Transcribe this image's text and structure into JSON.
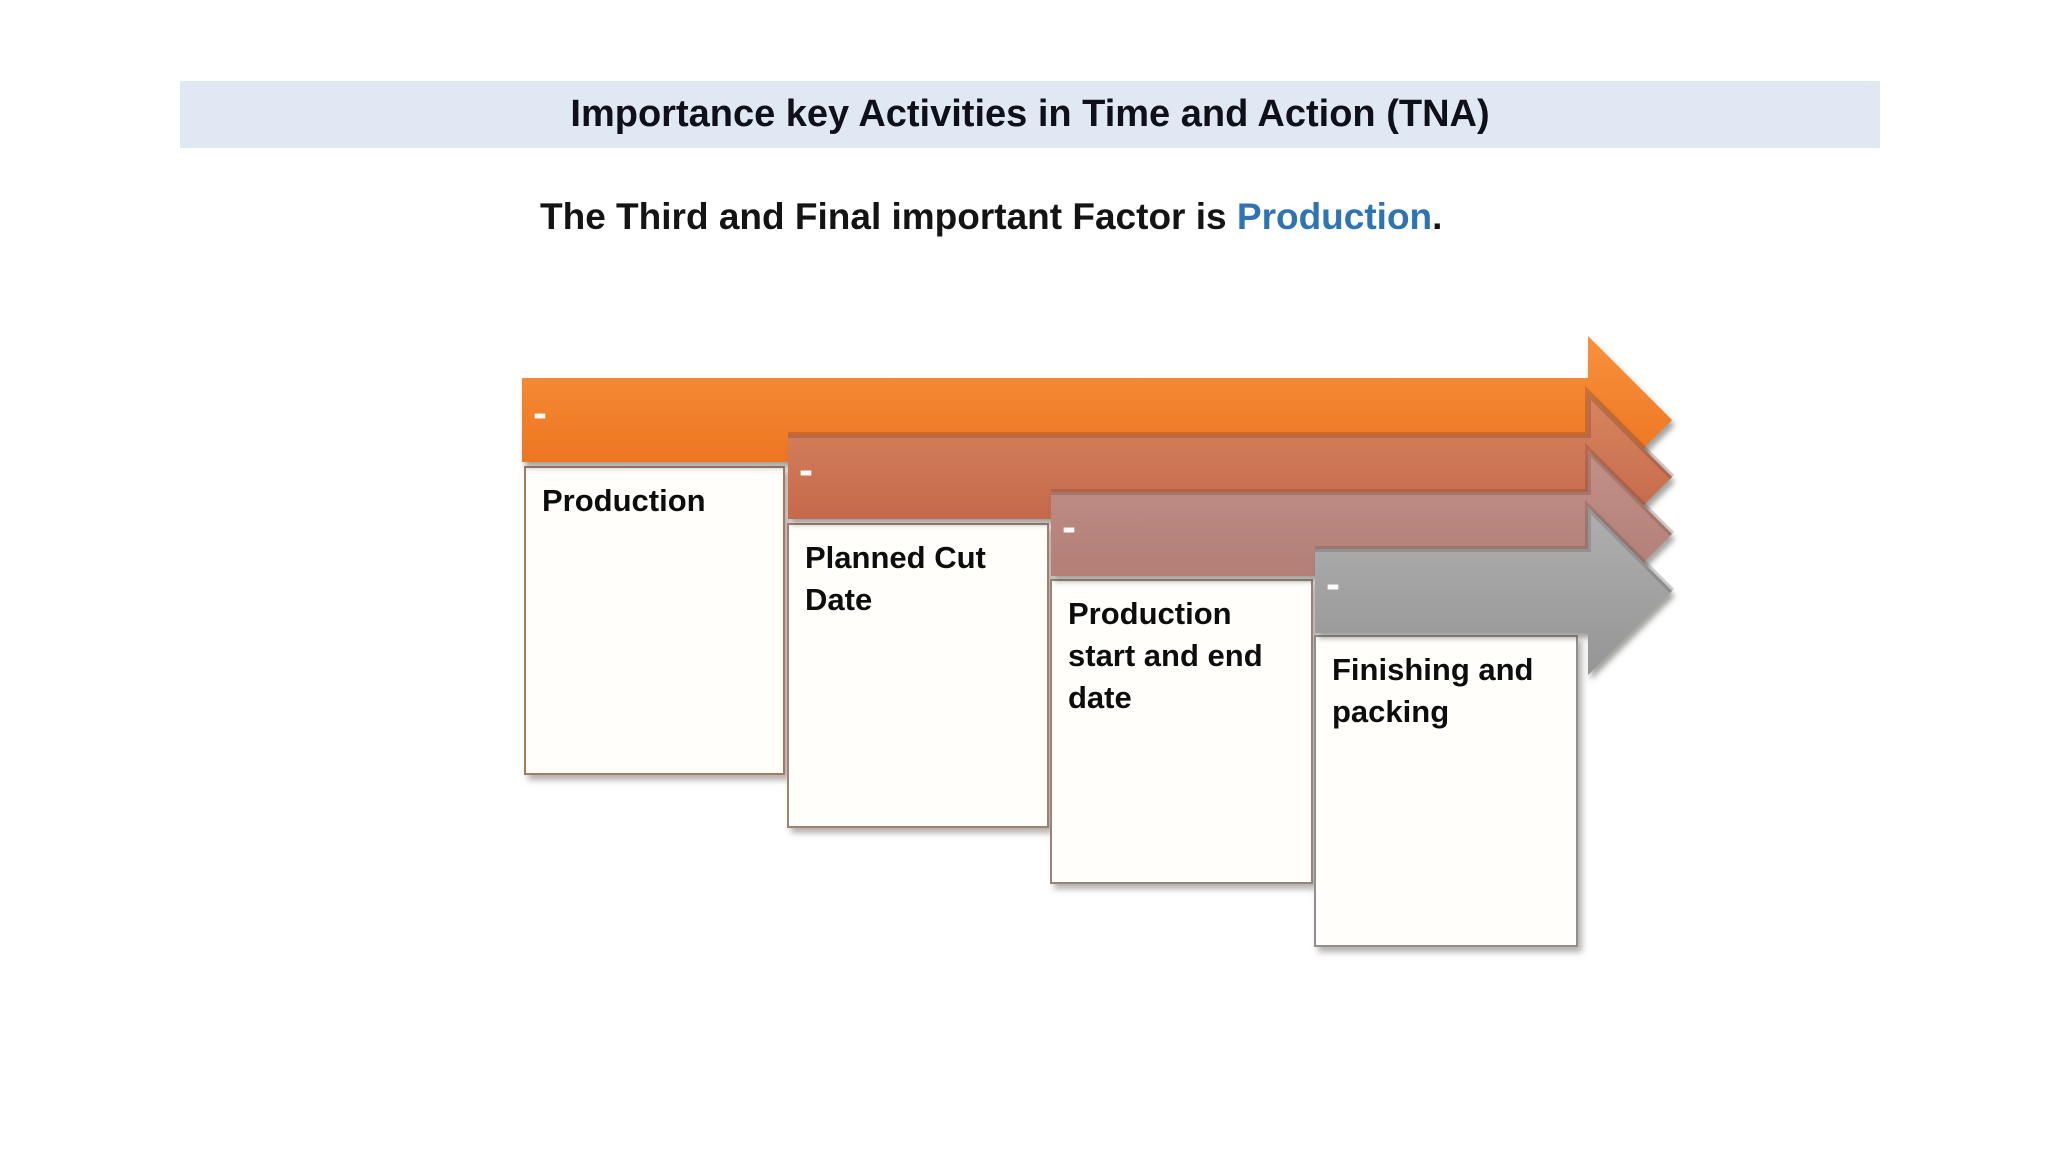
{
  "slide": {
    "title": "Importance key Activities in Time and Action (TNA)",
    "subtitle": {
      "prefix": "The Third and Final important Factor is ",
      "highlight": "Production",
      "suffix": "."
    },
    "colors": {
      "background": "#FFFFFF",
      "title_bar_bg": "#DFE8F3",
      "title_text": "#10101A",
      "subtitle_text": "#141414",
      "subtitle_highlight": "#2E74B5",
      "card_bg": "#FFFEFB",
      "card_text": "#0D0D0D"
    }
  },
  "diagram": {
    "arrows": [
      {
        "name": "production-arrow",
        "bullet": "-",
        "color_top": "#F8913C",
        "color_bottom": "#EA6D1A"
      },
      {
        "name": "planned-cut-date-arrow",
        "bullet": "-",
        "color_top": "#D8865F",
        "color_bottom": "#BF5F45"
      },
      {
        "name": "production-start-end-arrow",
        "bullet": "-",
        "color_top": "#C29189",
        "color_bottom": "#AE7971"
      },
      {
        "name": "finishing-packing-arrow",
        "bullet": "-",
        "color_top": "#B0AFAF",
        "color_bottom": "#969596"
      }
    ],
    "cards": [
      {
        "label": "Production"
      },
      {
        "label": "Planned Cut Date"
      },
      {
        "label": "Production start and end date"
      },
      {
        "label": "Finishing and packing"
      }
    ]
  }
}
